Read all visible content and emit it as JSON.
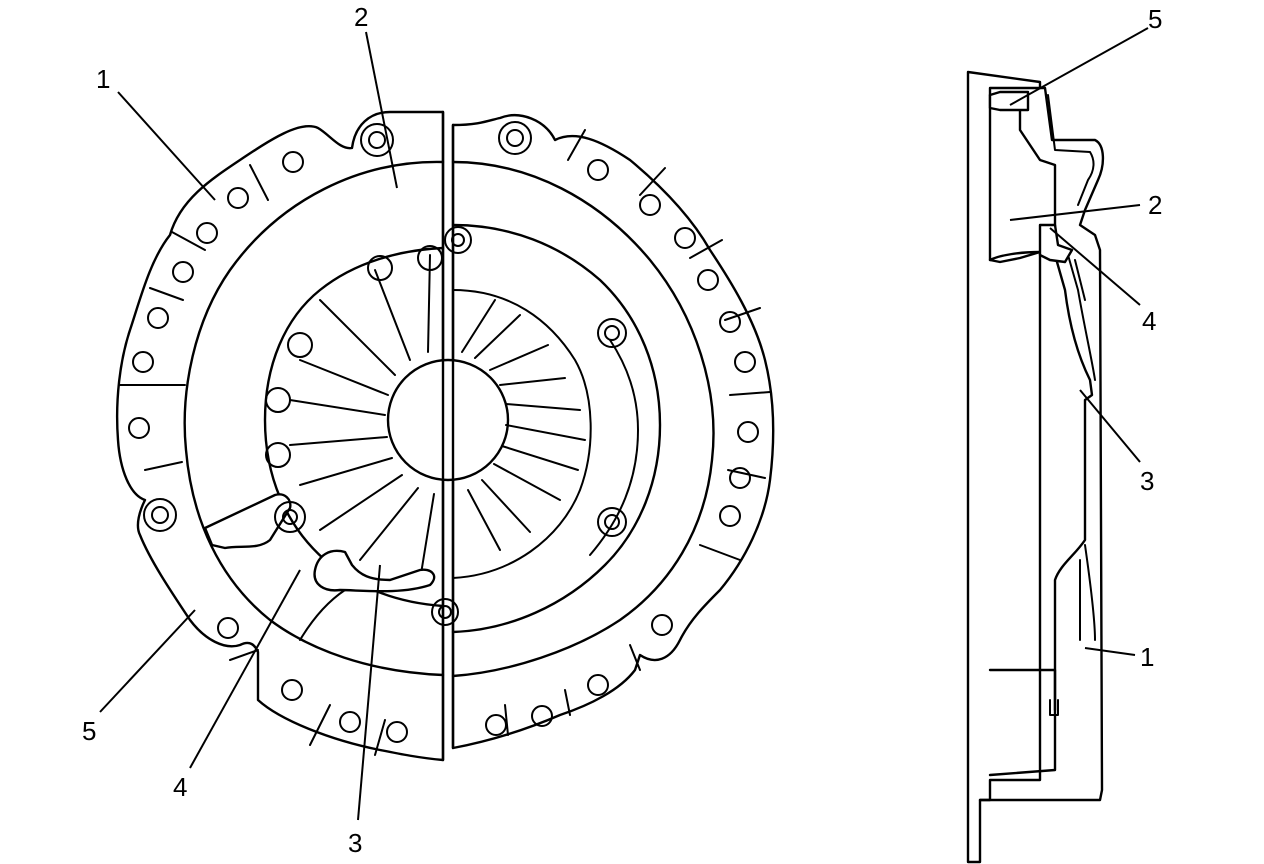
{
  "front_view": {
    "callouts": [
      {
        "id": "1",
        "label": "1"
      },
      {
        "id": "2",
        "label": "2"
      },
      {
        "id": "3",
        "label": "3"
      },
      {
        "id": "4",
        "label": "4"
      },
      {
        "id": "5",
        "label": "5"
      }
    ]
  },
  "side_view": {
    "callouts": [
      {
        "id": "5",
        "label": "5"
      },
      {
        "id": "2",
        "label": "2"
      },
      {
        "id": "4",
        "label": "4"
      },
      {
        "id": "3",
        "label": "3"
      },
      {
        "id": "1",
        "label": "1"
      }
    ]
  }
}
